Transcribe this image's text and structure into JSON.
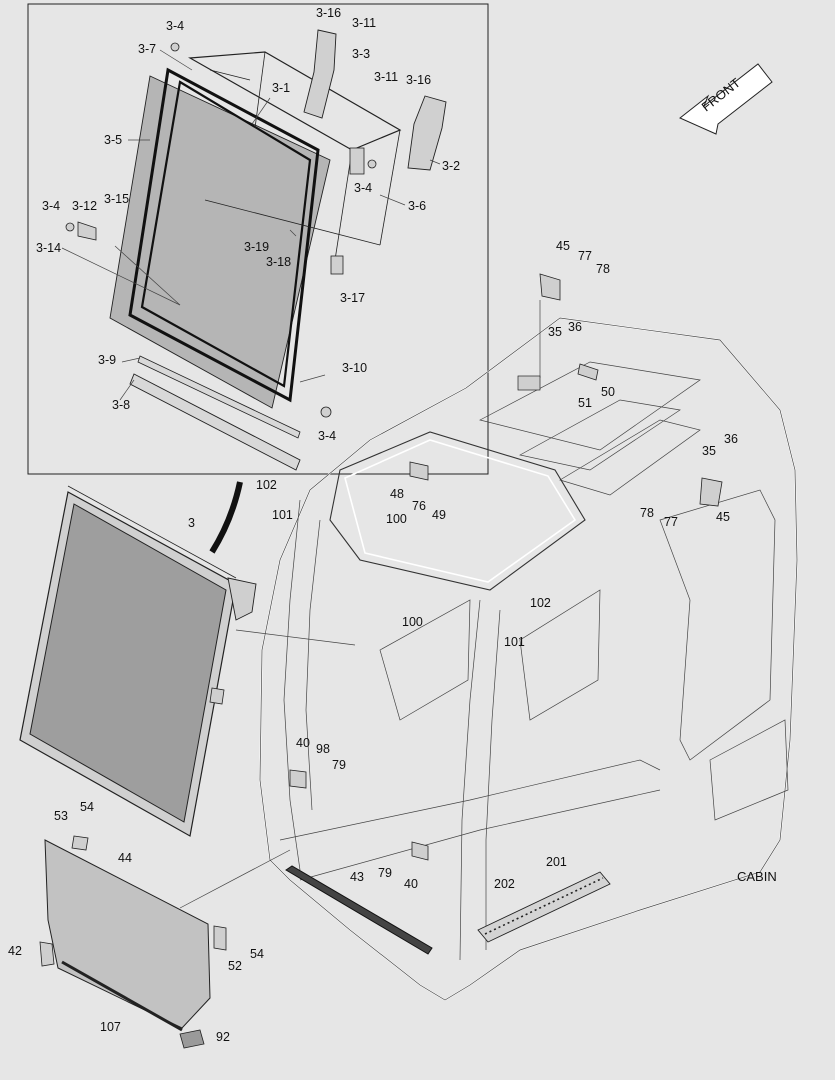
{
  "figure": {
    "section_title": "CABIN",
    "direction_label": "FRONT",
    "colors": {
      "background": "#e6e6e6",
      "line": "#222222",
      "panel": "#b9b9b9",
      "cab_outline": "#ffffff"
    }
  },
  "labels": {
    "l_3_16a": "3-16",
    "l_3_11a": "3-11",
    "l_3_3": "3-3",
    "l_3_4a": "3-4",
    "l_3_7": "3-7",
    "l_3_1": "3-1",
    "l_3_11b": "3-11",
    "l_3_16b": "3-16",
    "l_3_5": "3-5",
    "l_3_2": "3-2",
    "l_3_4b": "3-4",
    "l_3_6": "3-6",
    "l_3_4c": "3-4",
    "l_3_12": "3-12",
    "l_3_15": "3-15",
    "l_3_14": "3-14",
    "l_3_19": "3-19",
    "l_3_18": "3-18",
    "l_3_17": "3-17",
    "l_3_9": "3-9",
    "l_3_10": "3-10",
    "l_3_8": "3-8",
    "l_3_4d": "3-4",
    "l_45a": "45",
    "l_77a": "77",
    "l_78a": "78",
    "l_35a": "35",
    "l_36a": "36",
    "l_50": "50",
    "l_51": "51",
    "l_36b": "36",
    "l_35b": "35",
    "l_78b": "78",
    "l_77b": "77",
    "l_45b": "45",
    "l_102a": "102",
    "l_101a": "101",
    "l_48": "48",
    "l_76": "76",
    "l_49": "49",
    "l_100a": "100",
    "l_3": "3",
    "l_100b": "100",
    "l_102b": "102",
    "l_101b": "101",
    "l_40a": "40",
    "l_98": "98",
    "l_79a": "79",
    "l_53": "53",
    "l_54a": "54",
    "l_44": "44",
    "l_43": "43",
    "l_79b": "79",
    "l_40b": "40",
    "l_201": "201",
    "l_202": "202",
    "l_42": "42",
    "l_52": "52",
    "l_54b": "54",
    "l_107": "107",
    "l_92": "92"
  }
}
